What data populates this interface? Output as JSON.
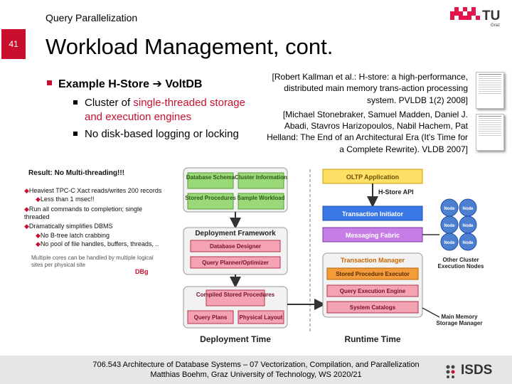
{
  "header": {
    "section_title": "Query Parallelization"
  },
  "logo": {
    "tu": "TU",
    "graz": "Graz"
  },
  "slide": {
    "page_number": "41",
    "title": "Workload Management, cont."
  },
  "bullets": {
    "level1_prefix": "Example H-Store ",
    "level1_arrow": "➔",
    "level1_suffix": " VoltDB",
    "item1_prefix": "Cluster of ",
    "item1_highlight": "single-threaded storage and execution engines",
    "item2": "No disk-based logging or locking"
  },
  "references": {
    "ref1": "[Robert Kallman et al.: H-store: a high-performance, distributed main memory trans-action processing system. PVLDB 1(2) 2008]",
    "ref2": "[Michael Stonebraker, Samuel Madden, Daniel J. Abadi, Stavros Harizopoulos, Nabil Hachem, Pat Helland: The End of an Architectural Era (It's Time for a Complete Rewrite). VLDB 2007]"
  },
  "result_box": {
    "title": "Result: No Multi-threading!!!",
    "items": [
      "Heaviest TPC-C Xact reads/writes 200 records",
      "Less than 1 msec!!",
      "Run all commands to completion; single",
      "threaded",
      "Dramatically simplifies DBMS",
      "No B-tree latch crabbing",
      "No pool of file handles, buffers, threads, ..",
      "Multiple cores can be handled by multiple logical",
      "sites per physical site"
    ],
    "logo_text": "DBg"
  },
  "diagram": {
    "left": {
      "database_schema": "Database Schema",
      "cluster_information": "Cluster Information",
      "stored_procedures": "Stored Procedures",
      "sample_workload": "Sample Workload",
      "deployment_framework": "Deployment Framework",
      "database_designer": "Database Designer",
      "query_planner": "Query Planner/Optimizer",
      "compiled_stored_procedures": "Compiled Stored Procedures",
      "query_plans": "Query Plans",
      "physical_layout": "Physical Layout",
      "deployment_time": "Deployment Time"
    },
    "right": {
      "oltp_application": "OLTP Application",
      "h_store_api": "H-Store API",
      "transaction_initiator": "Transaction Initiator",
      "messaging_fabric": "Messaging Fabric",
      "transaction_manager": "Transaction Manager",
      "stored_procedure_executor": "Stored Procedure Executor",
      "query_execution_engine": "Query Execution Engine",
      "system_catalogs": "System Catalogs",
      "runtime_time": "Runtime Time",
      "node": "Node",
      "other_cluster_nodes_1": "Other Cluster",
      "other_cluster_nodes_2": "Execution Nodes",
      "main_memory_1": "Main Memory",
      "main_memory_2": "Storage Manager"
    }
  },
  "footer": {
    "line1": "706.543 Architecture of Database Systems – 07 Vectorization, Compilation, and Parallelization",
    "line2": "Matthias Boehm, Graz University of Technology, WS 2020/21",
    "isds": "ISDS"
  },
  "colors": {
    "accent_red": "#c8102e",
    "green_box": "#8fd16a",
    "yellow_box": "#ffe066",
    "blue_box": "#3b78e7",
    "purple_box": "#b25dd6",
    "orange_box": "#f29b38",
    "node_blue": "#4d7fd1"
  }
}
